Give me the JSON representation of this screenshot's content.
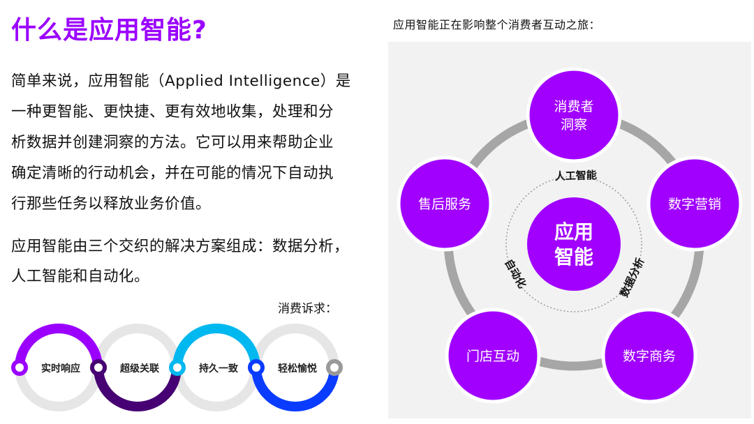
{
  "title": "什么是应用智能?",
  "paragraph1": [
    "简单来说，应用智能（Applied Intelligence）是",
    "一种更智能、更快捷、更有效地收集，处理和分",
    "析数据并创建洞察的方法。它可以用来帮助企业",
    "确定清晰的行动机会，并在可能的情况下自动执",
    "行那些任务以释放业务价值。"
  ],
  "paragraph2": [
    "应用智能由三个交织的解决方案组成：数据分析，",
    "人工智能和自动化。"
  ],
  "consumer_appeals": {
    "title": "消费诉求：",
    "items": [
      "实时响应",
      "超级关联",
      "持久一致",
      "轻松愉悦"
    ],
    "colors": [
      "#9b00ff",
      "#460073",
      "#00b8f0",
      "#0a3cff"
    ]
  },
  "diagram": {
    "title": "应用智能正在影响整个消费者互动之旅：",
    "center": [
      "应用",
      "智能"
    ],
    "pillars": [
      "人工智能",
      "数据分析",
      "自动化"
    ],
    "nodes": [
      [
        "消费者",
        "洞察"
      ],
      [
        "数字营销"
      ],
      [
        "数字商务"
      ],
      [
        "门店互动"
      ],
      [
        "售后服务"
      ]
    ],
    "accent": "#a100ff"
  }
}
